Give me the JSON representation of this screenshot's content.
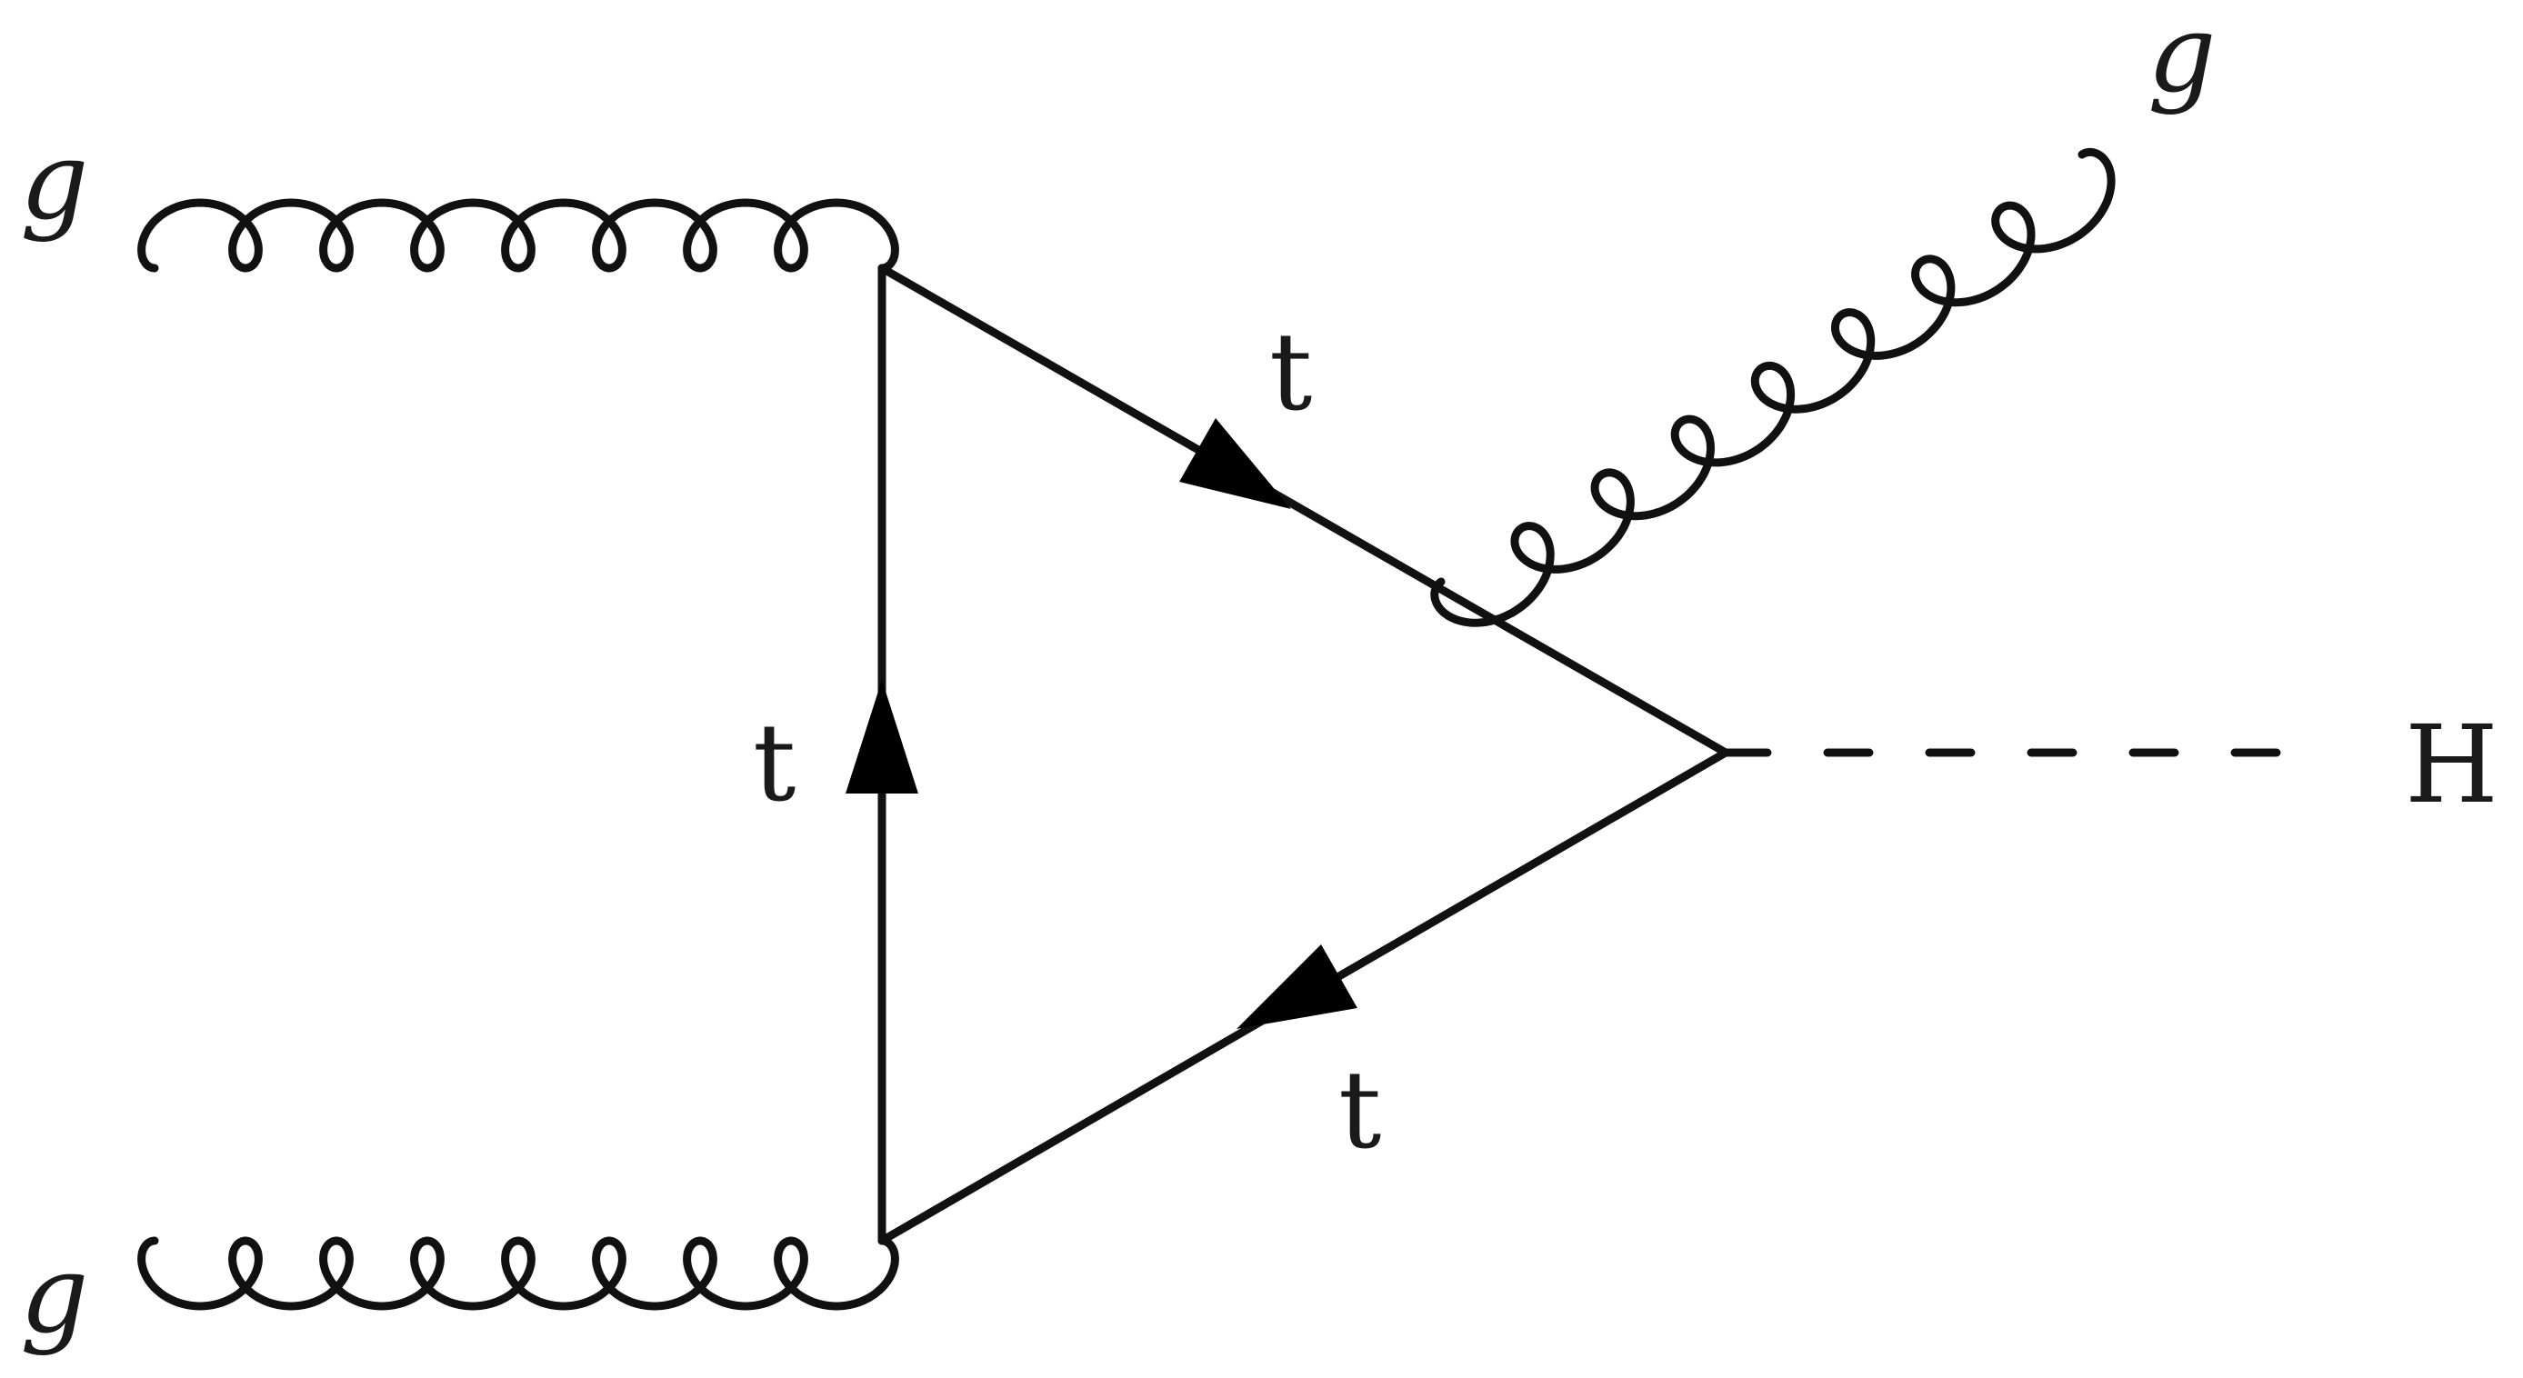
{
  "diagram": {
    "labels": {
      "gluon_in_top": "g",
      "gluon_in_bottom": "g",
      "gluon_out": "g",
      "higgs": "H",
      "top_vertical": "t",
      "top_upper": "t",
      "top_lower": "t"
    },
    "colors": {
      "line": "#111111",
      "text": "#1a1a1a",
      "background": "#ffffff"
    }
  }
}
